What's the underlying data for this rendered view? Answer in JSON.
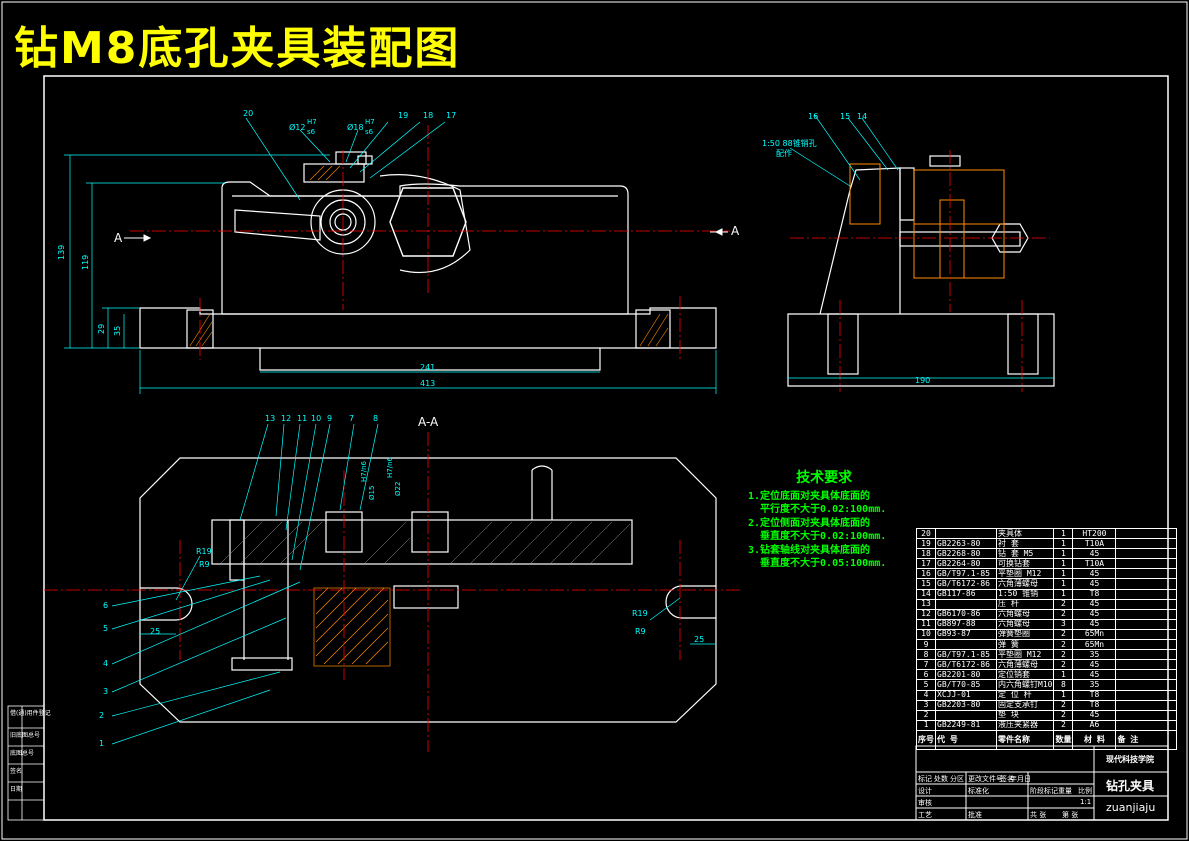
{
  "title": "钻M8底孔夹具装配图",
  "colors": {
    "border": "#ffffff",
    "title": "#ffff00",
    "dimension": "#00ffff",
    "center": "#ff0000",
    "tech": "#00ff00",
    "section": "#ff8c00",
    "outline": "#ffffff"
  },
  "front_view": {
    "dims": {
      "total_width": "413",
      "base_width": "241",
      "height_total": "139",
      "height_mid": "119",
      "base_h1": "29",
      "base_h2": "35"
    },
    "fits": {
      "d12": "Ø12",
      "d12_fit_top": "H7",
      "d12_fit_bottom": "s6",
      "d18": "Ø18",
      "d18_fit_top": "H7",
      "d18_fit_bottom": "s6"
    },
    "callouts": [
      "20",
      "19",
      "18",
      "17"
    ],
    "section_mark": "A"
  },
  "side_view": {
    "dim_width": "190",
    "callouts": [
      "16",
      "15",
      "14"
    ],
    "note_line1": "1:50 88锥销孔",
    "note_line2": "配作"
  },
  "section_view": {
    "label": "A-A",
    "callouts_top": [
      "13",
      "12",
      "11",
      "10",
      "9",
      "7",
      "8"
    ],
    "callouts_left": [
      "6",
      "5",
      "4",
      "3",
      "2",
      "1"
    ],
    "dims": {
      "r19_left": "R19",
      "r9_left": "R9",
      "d25_left": "25",
      "r19_right": "R19",
      "r9_right": "R9",
      "d25_right": "25"
    },
    "fits": {
      "d15": "Ø15",
      "d15_fit": "H7/n6",
      "d22": "Ø22",
      "d22_fit": "H7/n6"
    }
  },
  "tech_requirements": {
    "heading": "技术要求",
    "items": [
      "1.定位底面对夹具体底面的",
      "  平行度不大于0.02:100mm.",
      "2.定位侧面对夹具体底面的",
      "  垂直度不大于0.02:100mm.",
      "3.钻套轴线对夹具体底面的",
      "  垂直度不大于0.05:100mm."
    ]
  },
  "bom": {
    "rows": [
      [
        "20",
        "",
        "夹具体",
        "1",
        "HT200",
        ""
      ],
      [
        "19",
        "GB2263-80",
        "衬 套",
        "1",
        "T10A",
        ""
      ],
      [
        "18",
        "GB2268-80",
        "钻 套 M5",
        "1",
        "45",
        ""
      ],
      [
        "17",
        "GB2264-80",
        "可换钻套",
        "1",
        "T10A",
        ""
      ],
      [
        "16",
        "GB/T97.1-85",
        "平垫圈 M12",
        "1",
        "45",
        ""
      ],
      [
        "15",
        "GB/T6172-86",
        "六角薄螺母",
        "1",
        "45",
        ""
      ],
      [
        "14",
        "GB117-86",
        "1:50 锥销",
        "1",
        "T8",
        ""
      ],
      [
        "13",
        "",
        "压 杆",
        "2",
        "45",
        ""
      ],
      [
        "12",
        "GB6170-86",
        "六角螺母",
        "2",
        "45",
        ""
      ],
      [
        "11",
        "GB897-88",
        "六角螺母",
        "3",
        "45",
        ""
      ],
      [
        "10",
        "GB93-87",
        "弹簧垫圈",
        "2",
        "65Mn",
        ""
      ],
      [
        "9",
        "",
        "弹 簧",
        "2",
        "65Mn",
        ""
      ],
      [
        "8",
        "GB/T97.1-85",
        "平垫圈 M12",
        "2",
        "35",
        ""
      ],
      [
        "7",
        "GB/T6172-86",
        "六角薄螺母",
        "2",
        "45",
        ""
      ],
      [
        "6",
        "GB2201-80",
        "定位销套",
        "1",
        "45",
        ""
      ],
      [
        "5",
        "GB/T70-85",
        "内六角螺钉M10",
        "8",
        "35",
        ""
      ],
      [
        "4",
        "XCJJ-01",
        "定 位 杆",
        "1",
        "T8",
        ""
      ],
      [
        "3",
        "GB2203-80",
        "固定支承钉",
        "2",
        "T8",
        ""
      ],
      [
        "2",
        "",
        "垫 块",
        "2",
        "45",
        ""
      ],
      [
        "1",
        "GB2249-81",
        "液压夹紧器",
        "2",
        "A6",
        ""
      ]
    ],
    "header": [
      "序号",
      "代 号",
      "零件名称",
      "数量",
      "材 料",
      "备 注"
    ]
  },
  "title_block": {
    "school": "现代科技学院",
    "drawing_name": "钻孔夹具",
    "watermark": "zuanjiaju",
    "scale": "1:1",
    "fields": [
      "标记",
      "处数",
      "分区",
      "更改文件号",
      "签名",
      "年月日",
      "设计",
      "标准化",
      "阶段标记",
      "重量",
      "比例",
      "审核",
      "工艺",
      "批准",
      "共 张",
      "第 张"
    ]
  },
  "side_strip": [
    "借(通)用件登记",
    "旧底图总号",
    "底图总号",
    "签名",
    "日期"
  ]
}
